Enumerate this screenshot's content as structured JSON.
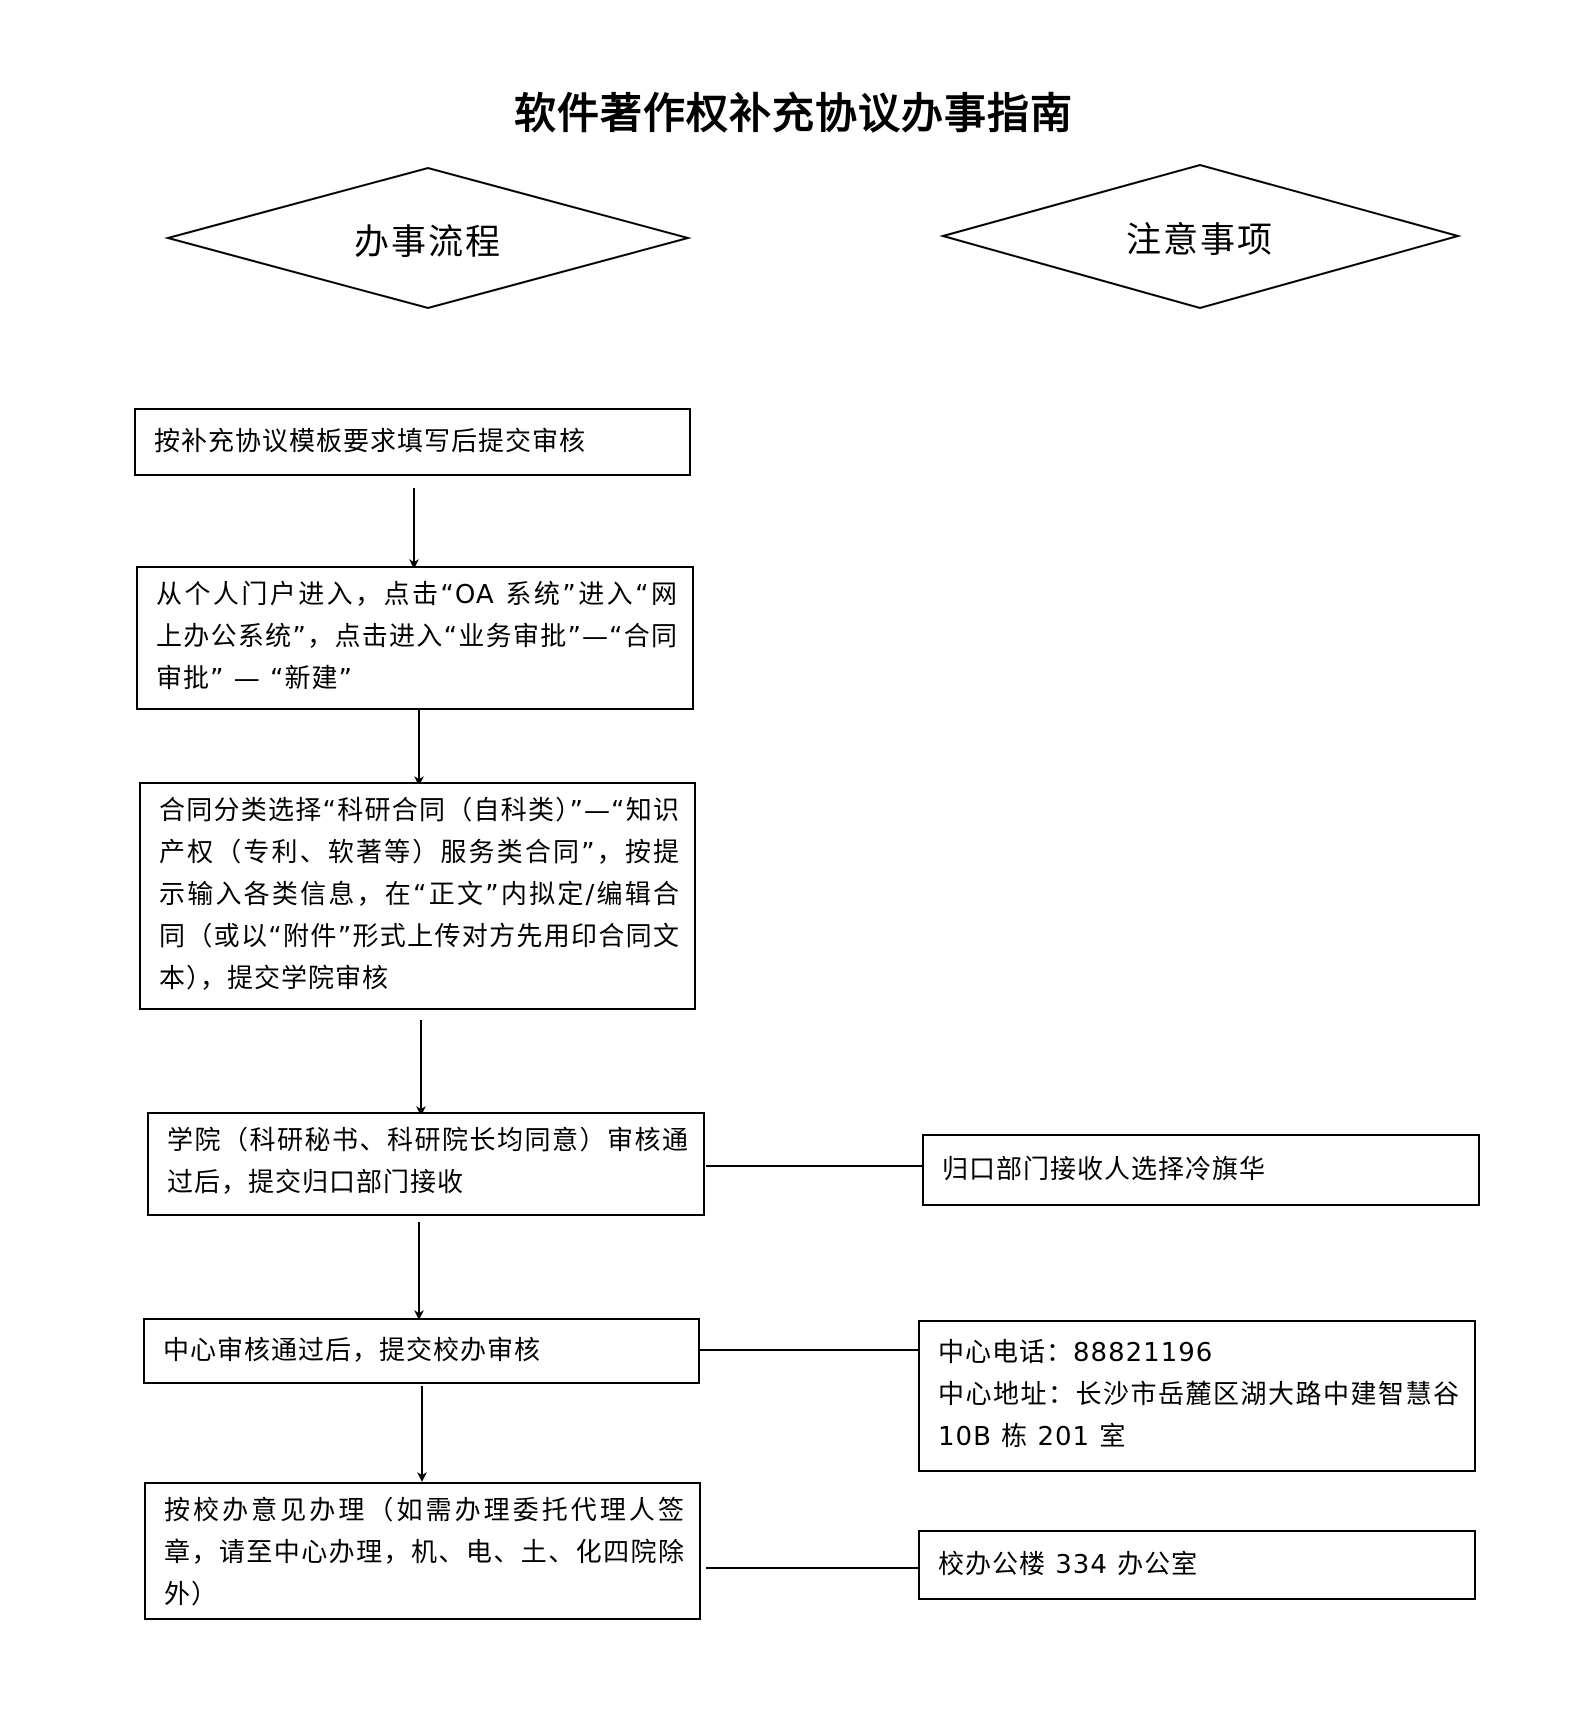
{
  "title": "软件著作权补充协议办事指南",
  "headers": {
    "process": "办事流程",
    "notes": "注意事项"
  },
  "steps": [
    "按补充协议模板要求填写后提交审核",
    "从个人门户进入，点击“OA 系统”进入“网上办公系统”，点击进入“业务审批”—“合同审批” — “新建”",
    "合同分类选择“科研合同（自科类）”—“知识产权（专利、软著等）服务类合同”，按提示输入各类信息，在“正文”内拟定/编辑合同（或以“附件”形式上传对方先用印合同文本），提交学院审核",
    "学院（科研秘书、科研院长均同意）审核通过后，提交归口部门接收",
    "中心审核通过后，提交校办审核",
    "按校办意见办理（如需办理委托代理人签章，请至中心办理，机、电、土、化四院除外）"
  ],
  "notes": {
    "receiver": "归口部门接收人选择冷旗华",
    "center_phone": "中心电话：88821196",
    "center_address": "中心地址：长沙市岳麓区湖大路中建智慧谷 10B 栋 201 室",
    "office": "校办公楼 334 办公室"
  }
}
